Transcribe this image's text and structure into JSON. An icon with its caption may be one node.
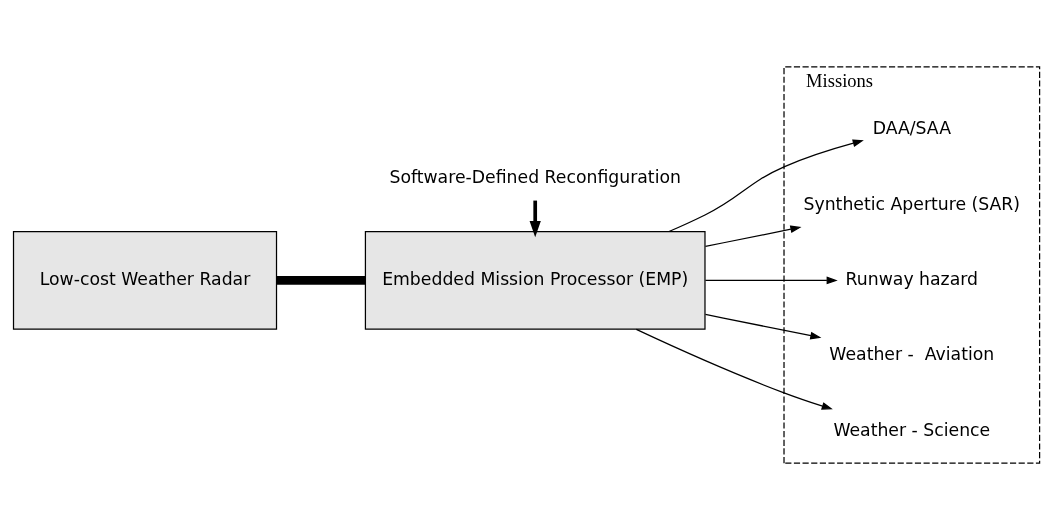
{
  "diagram": {
    "nodes": [
      {
        "text": [
          "Low-cost Weather Radar"
        ]
      },
      {
        "text": [
          "Embedded Mission Processor (EMP)"
        ]
      },
      {
        "text": [
          "Software-Defined Reconfiguration"
        ]
      },
      {
        "text": [
          "Missions"
        ]
      },
      {
        "text": [
          "DAA/SAA"
        ],
        "in": 3
      },
      {
        "text": [
          "Synthetic Aperture (SAR)"
        ],
        "in": 3
      },
      {
        "text": [
          "Runway hazard"
        ],
        "in": 3
      },
      {
        "text": [
          "Weather -  Aviation"
        ],
        "in": 3
      },
      {
        "text": [
          "Weather - Science"
        ],
        "in": 3
      }
    ],
    "edges": [
      {
        "from": 0,
        "to": 1,
        "arrow": "none",
        "style": "thick"
      },
      {
        "from": 2,
        "to": 1,
        "arrow": "to",
        "style": "thick"
      },
      {
        "from": 1,
        "to": 4,
        "arrow": "to"
      },
      {
        "from": 1,
        "to": 5,
        "arrow": "to"
      },
      {
        "from": 1,
        "to": 6,
        "arrow": "to"
      },
      {
        "from": 1,
        "to": 7,
        "arrow": "to"
      },
      {
        "from": 1,
        "to": 8,
        "arrow": "to"
      }
    ]
  }
}
